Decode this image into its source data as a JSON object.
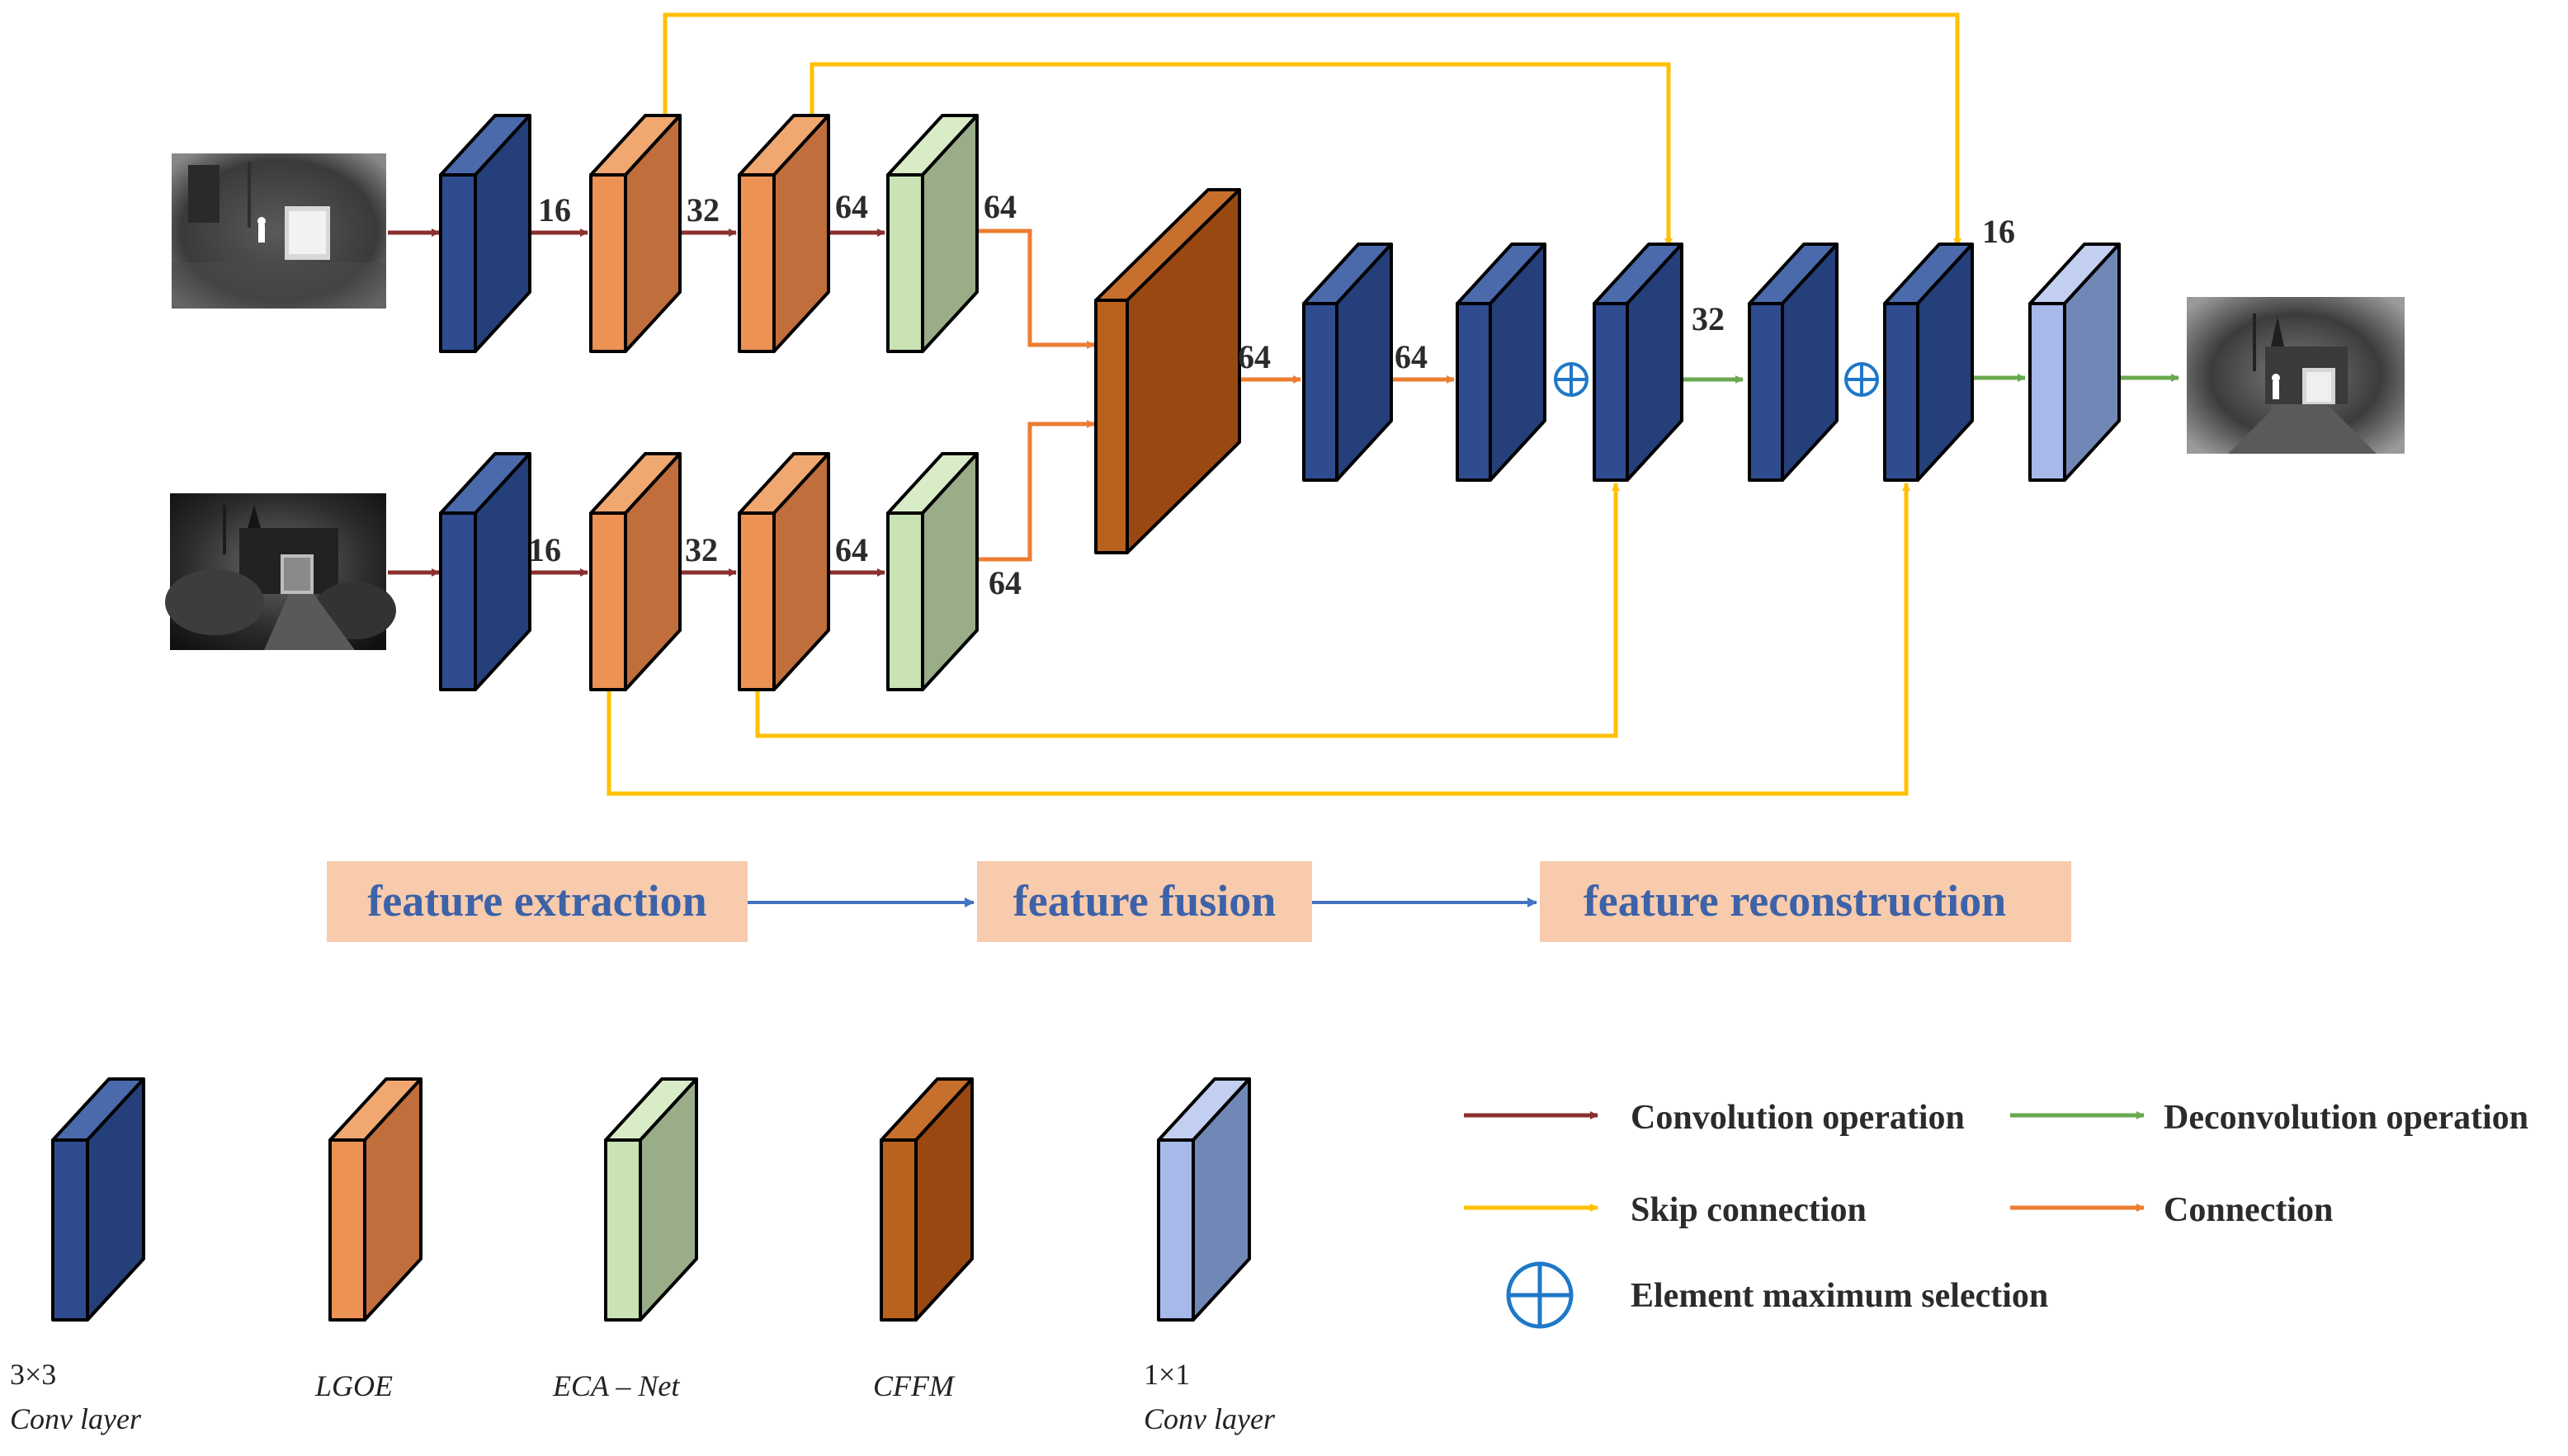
{
  "colors": {
    "conv3x3": [
      "#4a6aac",
      "#2e4c8f",
      "#243f7a"
    ],
    "lgoe": [
      "#f0a870",
      "#ec9255",
      "#c06e3c"
    ],
    "eca": [
      "#d8ecc8",
      "#c9e3b4",
      "#98ad88"
    ],
    "cffm": [
      "#c76f2c",
      "#b9621e",
      "#9a4812"
    ],
    "conv1x1": [
      "#c3cff0",
      "#a6b9e8",
      "#7188b7"
    ],
    "arrow_conv": "#8b2f2f",
    "arrow_deconv": "#6aa84f",
    "arrow_skip": "#ffc000",
    "arrow_connection": "#ed7d31",
    "stage_box": "#f8cbad",
    "stage_text": "#3d62a8",
    "stage_arrow": "#4472c4",
    "max_symbol": "#1f78c8"
  },
  "channel_labels": {
    "ir_conv_out": "16",
    "ir_lgoe1_out": "32",
    "ir_lgoe2_out": "64",
    "ir_eca_out": "64",
    "vis_conv_out": "16",
    "vis_lgoe1_out": "32",
    "vis_lgoe2_out": "64",
    "vis_eca_out": "64",
    "cffm_out": "64",
    "dec1_out": "64",
    "dec3_out": "32",
    "dec5_out": "16"
  },
  "stages": {
    "extraction": "feature extraction",
    "fusion": "feature fusion",
    "reconstruction": "feature reconstruction"
  },
  "legend": {
    "blocks": [
      {
        "kind": "conv3x3",
        "line1": "3×3",
        "line2": "Conv layer"
      },
      {
        "kind": "lgoe",
        "line1": "LGOE",
        "line2": ""
      },
      {
        "kind": "eca",
        "line1": "ECA – Net",
        "line2": ""
      },
      {
        "kind": "cffm",
        "line1": "CFFM",
        "line2": ""
      },
      {
        "kind": "conv1x1",
        "line1": "1×1",
        "line2": "Conv layer"
      }
    ],
    "arrows": {
      "convolution": "Convolution operation",
      "deconvolution": "Deconvolution operation",
      "skip": "Skip connection",
      "connection": "Connection",
      "max_selection": "Element maximum selection"
    }
  }
}
